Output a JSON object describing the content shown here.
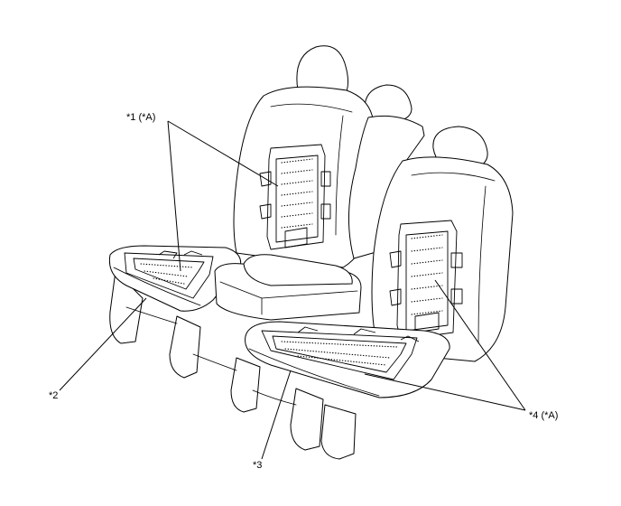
{
  "callouts": {
    "c1": "*1 (*A)",
    "c2": "*2",
    "c3": "*3",
    "c4": "*4 (*A)"
  },
  "parts": [
    "seatback-heater-left",
    "seat-cushion-heater-left",
    "seat-cushion-heater-right",
    "seatback-heater-right"
  ]
}
